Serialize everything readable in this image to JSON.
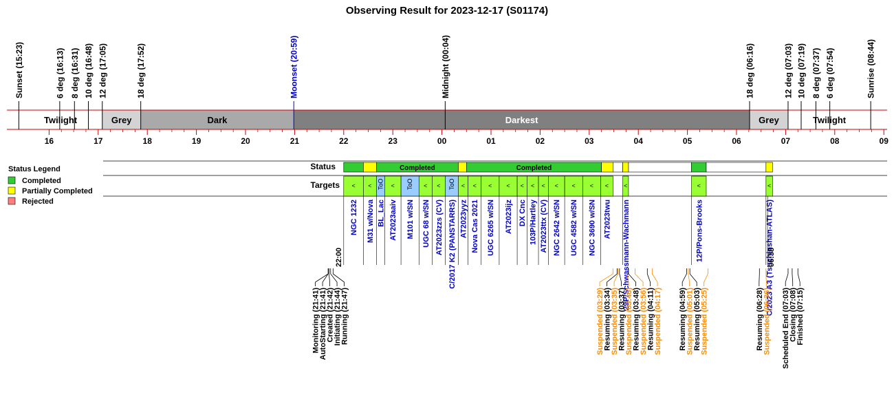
{
  "chart_data": {
    "type": "timeline",
    "title": "Observing Result for 2023-12-17 (S01174)",
    "time_range": [
      "15:00",
      "09:00"
    ],
    "hour_ticks": [
      "16",
      "17",
      "18",
      "19",
      "20",
      "21",
      "22",
      "23",
      "00",
      "01",
      "02",
      "03",
      "04",
      "05",
      "06",
      "07",
      "08",
      "09"
    ],
    "sun_events": [
      {
        "label": "Sunset (15:23)",
        "time": "15:23",
        "color": "#000000"
      },
      {
        "label": "6 deg (16:13)",
        "time": "16:13",
        "color": "#000000"
      },
      {
        "label": "8 deg (16:31)",
        "time": "16:31",
        "color": "#000000"
      },
      {
        "label": "10 deg (16:48)",
        "time": "16:48",
        "color": "#000000"
      },
      {
        "label": "12 deg (17:05)",
        "time": "17:05",
        "color": "#000000"
      },
      {
        "label": "18 deg (17:52)",
        "time": "17:52",
        "color": "#000000"
      },
      {
        "label": "Moonset (20:59)",
        "time": "20:59",
        "color": "#0000cc"
      },
      {
        "label": "Midnight (00:04)",
        "time": "00:04",
        "color": "#000000"
      },
      {
        "label": "18 deg (06:16)",
        "time": "06:16",
        "color": "#000000"
      },
      {
        "label": "12 deg (07:03)",
        "time": "07:03",
        "color": "#000000"
      },
      {
        "label": "10 deg (07:19)",
        "time": "07:19",
        "color": "#000000"
      },
      {
        "label": "8 deg (07:37)",
        "time": "07:37",
        "color": "#000000"
      },
      {
        "label": "6 deg (07:54)",
        "time": "07:54",
        "color": "#000000"
      },
      {
        "label": "Sunrise (08:44)",
        "time": "08:44",
        "color": "#000000"
      }
    ],
    "sky_bands": [
      {
        "label": "Twilight",
        "start": "15:23",
        "end": "17:05",
        "color": "#ffffff",
        "text_color": "#000000"
      },
      {
        "label": "Grey",
        "start": "17:05",
        "end": "17:52",
        "color": "#d3d3d3",
        "text_color": "#000000"
      },
      {
        "label": "Dark",
        "start": "17:52",
        "end": "20:59",
        "color": "#a9a9a9",
        "text_color": "#000000"
      },
      {
        "label": "Darkest",
        "start": "20:59",
        "end": "06:16",
        "color": "#808080",
        "text_color": "#ffffff"
      },
      {
        "label": "Grey",
        "start": "06:16",
        "end": "07:03",
        "color": "#d3d3d3",
        "text_color": "#000000"
      },
      {
        "label": "Twilight",
        "start": "07:03",
        "end": "08:44",
        "color": "#ffffff",
        "text_color": "#000000"
      }
    ],
    "legend": {
      "title": "Status Legend",
      "items": [
        {
          "label": "Completed",
          "color": "#33cc33"
        },
        {
          "label": "Partially Completed",
          "color": "#ffff00"
        },
        {
          "label": "Rejected",
          "color": "#ff7f7f"
        }
      ]
    },
    "row_labels": {
      "status": "Status",
      "targets": "Targets"
    },
    "status_blocks": [
      {
        "start": "22:00",
        "end": "22:24",
        "color": "#33cc33",
        "label": ""
      },
      {
        "start": "22:24",
        "end": "22:40",
        "color": "#ffff00",
        "label": ""
      },
      {
        "start": "22:40",
        "end": "00:20",
        "color": "#33cc33",
        "label": "Completed"
      },
      {
        "start": "00:20",
        "end": "00:30",
        "color": "#ffff00",
        "label": ""
      },
      {
        "start": "00:30",
        "end": "03:15",
        "color": "#33cc33",
        "label": "Completed"
      },
      {
        "start": "03:15",
        "end": "03:29",
        "color": "#ffff00",
        "label": ""
      },
      {
        "start": "03:29",
        "end": "03:41",
        "color": "#ffffff",
        "label": ""
      },
      {
        "start": "03:41",
        "end": "03:48",
        "color": "#ffff00",
        "label": ""
      },
      {
        "start": "03:48",
        "end": "05:05",
        "color": "#ffffff",
        "label": ""
      },
      {
        "start": "05:05",
        "end": "05:23",
        "color": "#33cc33",
        "label": ""
      },
      {
        "start": "05:23",
        "end": "06:36",
        "color": "#ffffff",
        "label": ""
      },
      {
        "start": "06:36",
        "end": "06:44",
        "color": "#ffff00",
        "label": ""
      }
    ],
    "targets": [
      {
        "name": "NGC 1232",
        "start": "22:00",
        "end": "22:24",
        "color": "#99ff33",
        "mark": "<"
      },
      {
        "name": "M31 w/Nova",
        "start": "22:24",
        "end": "22:40",
        "color": "#99ff33",
        "mark": "<"
      },
      {
        "name": "BL_Lac",
        "start": "22:40",
        "end": "22:50",
        "color": "#99ccff",
        "mark": "ToO"
      },
      {
        "name": "AT2023aaiv",
        "start": "22:50",
        "end": "23:10",
        "color": "#99ff33",
        "mark": "<"
      },
      {
        "name": "M101 w/SN",
        "start": "23:10",
        "end": "23:32",
        "color": "#99ccff",
        "mark": "ToO"
      },
      {
        "name": "UGC 68 w/SN",
        "start": "23:32",
        "end": "23:48",
        "color": "#99ff33",
        "mark": "<"
      },
      {
        "name": "AT2023zzs (CV)",
        "start": "23:48",
        "end": "24:04",
        "color": "#99ff33",
        "mark": "<"
      },
      {
        "name": "C/2017 K2 (PANSTARRS)",
        "start": "24:04",
        "end": "24:20",
        "color": "#99ccff",
        "mark": "ToO"
      },
      {
        "name": "AT2023yyz",
        "start": "24:20",
        "end": "24:32",
        "color": "#99ff33",
        "mark": "<"
      },
      {
        "name": "Nova Cas 2021",
        "start": "24:32",
        "end": "24:48",
        "color": "#99ff33",
        "mark": "<"
      },
      {
        "name": "UGC 6265 w/SN",
        "start": "24:48",
        "end": "25:10",
        "color": "#99ff33",
        "mark": "<"
      },
      {
        "name": "AT2023ijz",
        "start": "25:10",
        "end": "25:32",
        "color": "#99ff33",
        "mark": "<"
      },
      {
        "name": "DX Cnc",
        "start": "25:32",
        "end": "25:44",
        "color": "#99ff33",
        "mark": "<"
      },
      {
        "name": "103P/Hartley",
        "start": "25:44",
        "end": "25:58",
        "color": "#99ff33",
        "mark": "<"
      },
      {
        "name": "AT2023ttx (CV)",
        "start": "25:58",
        "end": "26:10",
        "color": "#99ff33",
        "mark": "<"
      },
      {
        "name": "NGC 2642 w/SN",
        "start": "26:10",
        "end": "26:30",
        "color": "#99ff33",
        "mark": "<"
      },
      {
        "name": "UGC 4582 w/SN",
        "start": "26:30",
        "end": "26:52",
        "color": "#99ff33",
        "mark": "<"
      },
      {
        "name": "NGC 3690 w/SN",
        "start": "26:52",
        "end": "27:14",
        "color": "#99ff33",
        "mark": "<"
      },
      {
        "name": "AT2023twu",
        "start": "27:14",
        "end": "27:29",
        "color": "#99ff33",
        "mark": "<"
      },
      {
        "name": "29P/Schwassmann-Wachmann",
        "start": "27:41",
        "end": "27:48",
        "color": "#99ff33",
        "mark": "<"
      },
      {
        "name": "12P/Pons-Brooks",
        "start": "29:05",
        "end": "29:23",
        "color": "#99ff33",
        "mark": "<"
      },
      {
        "name": "C/2023 A3 (Tsuchinshan-ATLAS)",
        "start": "30:36",
        "end": "30:44",
        "color": "#99ff33",
        "mark": "<"
      }
    ],
    "start_label": "22:00",
    "end_label": "06:38",
    "events": [
      {
        "label": "Monitoring (21:41)",
        "time": "21:41",
        "color": "#000000"
      },
      {
        "label": "AutoStarting (21:41)",
        "time": "21:41",
        "color": "#000000"
      },
      {
        "label": "Created (21:42)",
        "time": "21:42",
        "color": "#000000"
      },
      {
        "label": "Initiating (21:44)",
        "time": "21:44",
        "color": "#000000"
      },
      {
        "label": "Running (21:47)",
        "time": "21:47",
        "color": "#000000"
      },
      {
        "label": "Suspended (03:29)",
        "time": "03:29",
        "color": "#ff8c00"
      },
      {
        "label": "Resuming (03:34)",
        "time": "03:34",
        "color": "#000000"
      },
      {
        "label": "Suspended (03:35)",
        "time": "03:35",
        "color": "#ff8c00"
      },
      {
        "label": "Resuming (03:37)",
        "time": "03:37",
        "color": "#000000"
      },
      {
        "label": "Suspended (03:46)",
        "time": "03:46",
        "color": "#ff8c00"
      },
      {
        "label": "Resuming (03:48)",
        "time": "03:48",
        "color": "#000000"
      },
      {
        "label": "Suspended (03:56)",
        "time": "03:56",
        "color": "#ff8c00"
      },
      {
        "label": "Resuming (04:11)",
        "time": "04:11",
        "color": "#000000"
      },
      {
        "label": "Suspended (04:17)",
        "time": "04:17",
        "color": "#ff8c00"
      },
      {
        "label": "Resuming (04:59)",
        "time": "04:59",
        "color": "#000000"
      },
      {
        "label": "Suspended (05:01)",
        "time": "05:01",
        "color": "#ff8c00"
      },
      {
        "label": "Resuming (05:03)",
        "time": "05:03",
        "color": "#000000"
      },
      {
        "label": "Suspended (05:25)",
        "time": "05:25",
        "color": "#ff8c00"
      },
      {
        "label": "Resuming (06:28)",
        "time": "06:28",
        "color": "#000000"
      },
      {
        "label": "Suspended (06:36)",
        "time": "06:36",
        "color": "#ff8c00"
      },
      {
        "label": "Scheduled End (07:03)",
        "time": "07:03",
        "color": "#000000"
      },
      {
        "label": "Closing (07:08)",
        "time": "07:08",
        "color": "#000000"
      },
      {
        "label": "Finished (07:15)",
        "time": "07:15",
        "color": "#000000"
      }
    ]
  }
}
